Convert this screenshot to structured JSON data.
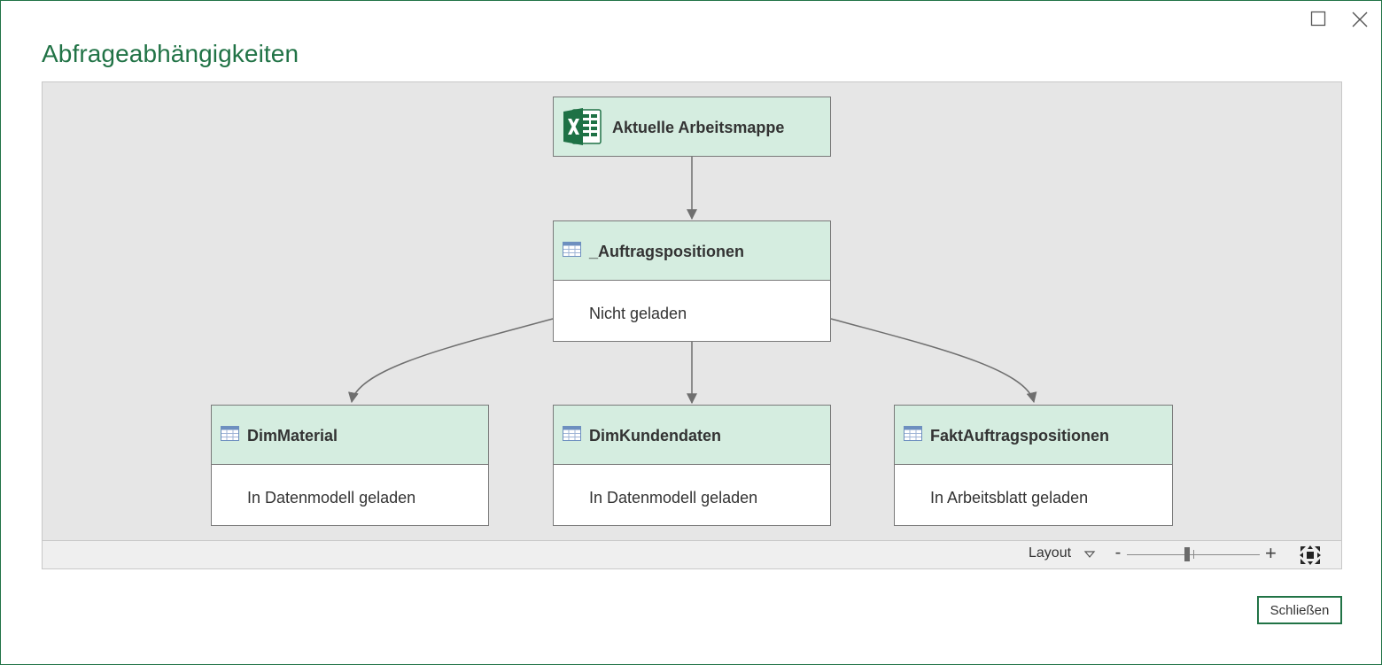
{
  "window": {
    "title": "Abfrageabhängigkeiten",
    "maximize_icon": "maximize-icon",
    "close_icon": "close-icon"
  },
  "diagram": {
    "source": {
      "title": "Aktuelle Arbeitsmappe",
      "icon": "excel-icon"
    },
    "staging": {
      "title": "_Auftragspositionen",
      "status": "Nicht geladen",
      "icon": "table-icon"
    },
    "queries": [
      {
        "title": "DimMaterial",
        "status": "In Datenmodell geladen",
        "icon": "table-icon"
      },
      {
        "title": "DimKundendaten",
        "status": "In Datenmodell geladen",
        "icon": "table-icon"
      },
      {
        "title": "FaktAuftragspositionen",
        "status": "In Arbeitsblatt geladen",
        "icon": "table-icon"
      }
    ]
  },
  "toolbar": {
    "layout_label": "Layout",
    "zoom_minus": "-",
    "zoom_plus": "+",
    "zoom_level": 0.45
  },
  "footer": {
    "close_label": "Schließen"
  },
  "colors": {
    "accent": "#217346",
    "node_header": "#d5ede0",
    "canvas": "#e6e6e6"
  }
}
